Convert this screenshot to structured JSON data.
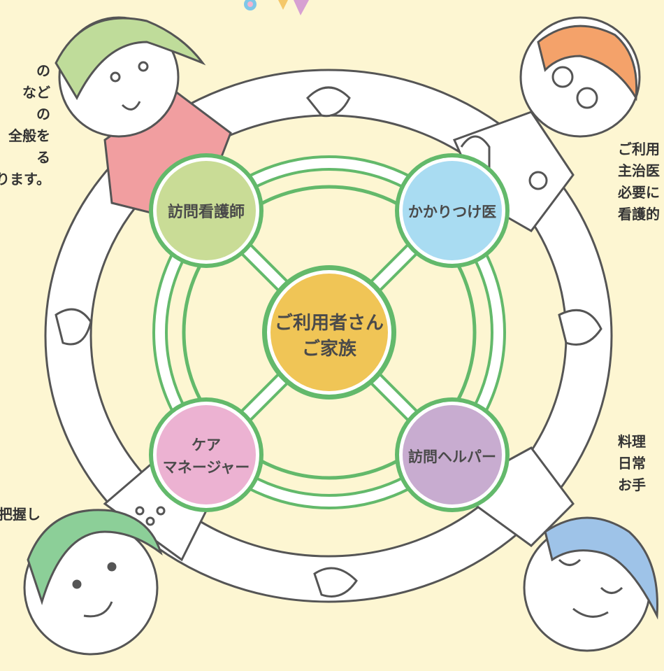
{
  "nodes": {
    "center": {
      "line1": "ご利用者さん",
      "line2": "ご家族",
      "color": "#f0c556"
    },
    "visiting_nurse": {
      "label": "訪問看護師",
      "color": "#c9dc96"
    },
    "family_doctor": {
      "label": "かかりつけ医",
      "color": "#a9dcf2"
    },
    "care_manager": {
      "line1": "ケア",
      "line2": "マネージャー",
      "color": "#ecb2d2"
    },
    "home_helper": {
      "label": "訪問ヘルパー",
      "color": "#c8acd0"
    }
  },
  "ring_color": "#63b96b",
  "side_text": {
    "top_left": [
      "の",
      "など",
      "の",
      "全般を",
      "る",
      "ります。"
    ],
    "top_right": [
      "ご利用",
      "主治医",
      "必要に",
      "看護的"
    ],
    "bottom_right": [
      "料理",
      "日常",
      "お手"
    ],
    "bottom_left": [
      "把握し"
    ]
  }
}
